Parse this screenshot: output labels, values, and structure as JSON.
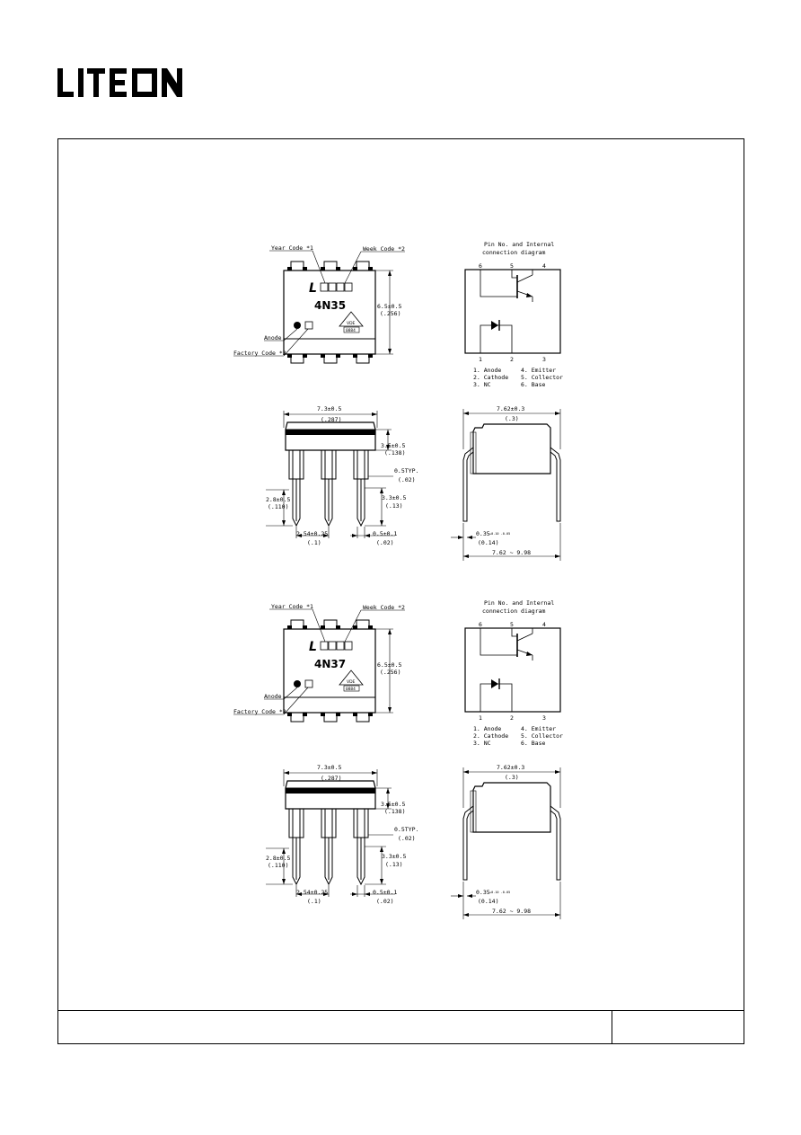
{
  "brand": {
    "logo": "LITEON"
  },
  "callouts": {
    "year_code": "Year Code *1",
    "week_code": "Week Code *2",
    "anode": "Anode",
    "factory_code": "Factory Code *3"
  },
  "packages": [
    {
      "part": "4N35",
      "top": {
        "height_dim": "6.5±0.5",
        "height_dim_in": "(.256)"
      },
      "pin_title1": "Pin No. and Internal",
      "pin_title2": "connection diagram",
      "pins_top": [
        "6",
        "5",
        "4"
      ],
      "pins_bottom": [
        "1",
        "2",
        "3"
      ],
      "pin_list": [
        "1. Anode",
        "2. Cathode",
        "3. NC",
        "4. Emitter",
        "5. Collector",
        "6. Base"
      ],
      "side": {
        "width": "7.3±0.5",
        "width_in": "(.287)",
        "body_h": "3.5±0.5",
        "body_h_in": "(.138)",
        "typ": "0.5TYP.",
        "typ_in": "(.02)",
        "lead_len": "3.3±0.5",
        "lead_len_in": "(.13)",
        "seat": "2.8±0.5",
        "seat_in": "(.110)",
        "pitch": "2.54±0.25",
        "pitch_in": "(.1)",
        "lead_w": "0.5±0.1",
        "lead_w_in": "(.02)"
      },
      "end": {
        "row": "7.62±0.3",
        "row_in": "(.3)",
        "thick": "0.35",
        "thick_tol": "+0.10 -0.05",
        "thick_in": "(0.14)",
        "span": "7.62 ~ 9.98"
      },
      "vde": "VDE",
      "vde_num": "0884"
    },
    {
      "part": "4N37",
      "top": {
        "height_dim": "6.5±0.5",
        "height_dim_in": "(.256)"
      },
      "pin_title1": "Pin No. and Internal",
      "pin_title2": "connection diagram",
      "pins_top": [
        "6",
        "5",
        "4"
      ],
      "pins_bottom": [
        "1",
        "2",
        "3"
      ],
      "pin_list": [
        "1. Anode",
        "2. Cathode",
        "3. NC",
        "4. Emitter",
        "5. Collector",
        "6. Base"
      ],
      "side": {
        "width": "7.3±0.5",
        "width_in": "(.287)",
        "body_h": "3.5±0.5",
        "body_h_in": "(.138)",
        "typ": "0.5TYP.",
        "typ_in": "(.02)",
        "lead_len": "3.3±0.5",
        "lead_len_in": "(.13)",
        "seat": "2.8±0.5",
        "seat_in": "(.110)",
        "pitch": "2.54±0.25",
        "pitch_in": "(.1)",
        "lead_w": "0.5±0.1",
        "lead_w_in": "(.02)"
      },
      "end": {
        "row": "7.62±0.3",
        "row_in": "(.3)",
        "thick": "0.35",
        "thick_tol": "+0.10 -0.05",
        "thick_in": "(0.14)",
        "span": "7.62 ~ 9.98"
      },
      "vde": "VDE",
      "vde_num": "0884"
    }
  ]
}
